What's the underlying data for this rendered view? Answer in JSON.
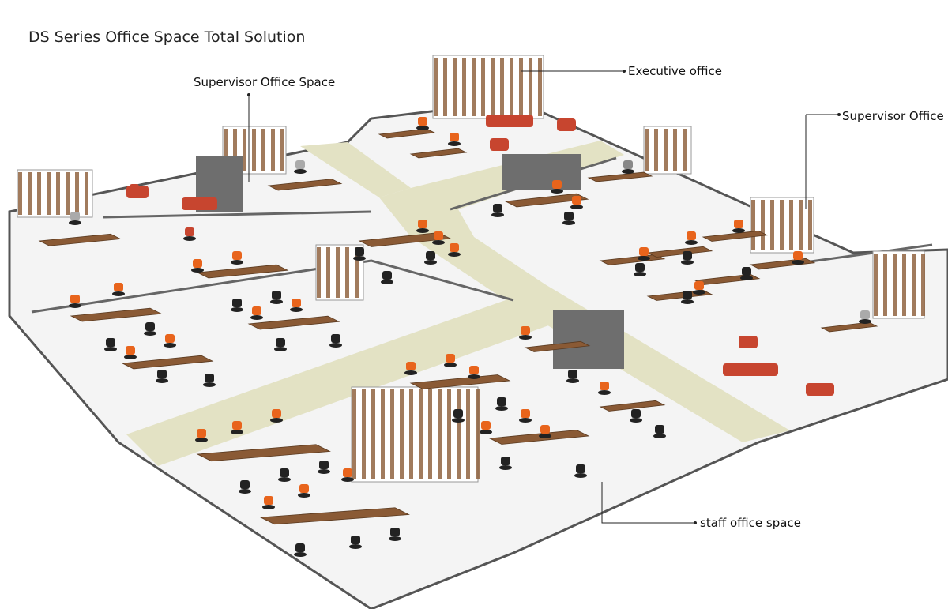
{
  "title": "DS Series Office Space Total Solution",
  "labels": {
    "executive": "Executive office",
    "supervisor_left": "Supervisor Office Space",
    "supervisor_right": "Supervisor Office",
    "staff": "staff office space"
  },
  "colors": {
    "floor": "#f4f4f4",
    "floor_edge": "#555555",
    "aisle": "#e3e2c4",
    "wood": "#8a5a35",
    "chair_orange": "#e8641c",
    "chair_black": "#222222",
    "sofa_red": "#c7452f",
    "partition_gray": "#6e6e6e",
    "cabinet_white": "#ffffff"
  },
  "icons": [
    "desk-icon",
    "chair-icon",
    "sofa-icon",
    "bookshelf-icon",
    "partition-icon"
  ]
}
